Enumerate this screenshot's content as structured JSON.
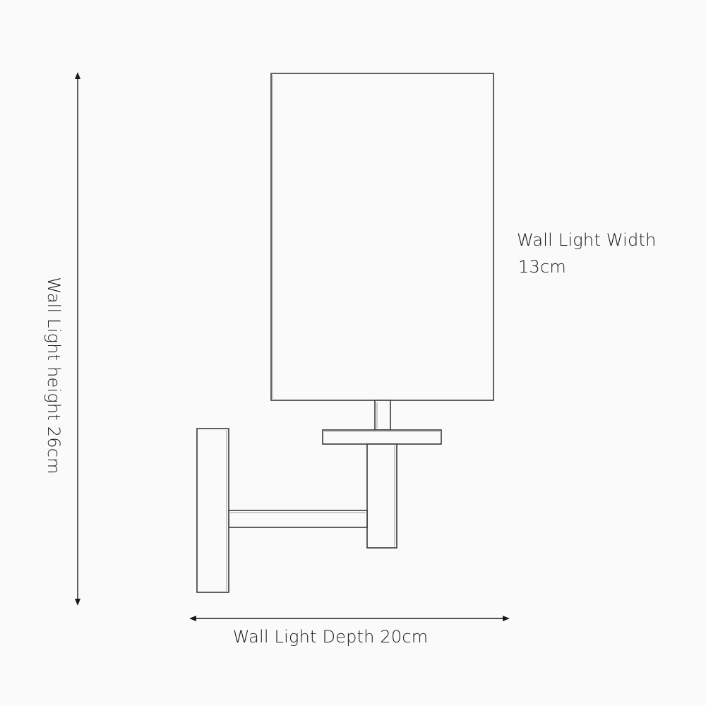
{
  "labels": {
    "width_line1": "Wall Light Width",
    "width_line2": "13cm",
    "height": "Wall Light height 26cm",
    "depth": "Wall Light Depth 20cm"
  },
  "colors": {
    "background": "#fafafa",
    "outline": "#3a3a3a",
    "text": "#1a1a1a"
  }
}
